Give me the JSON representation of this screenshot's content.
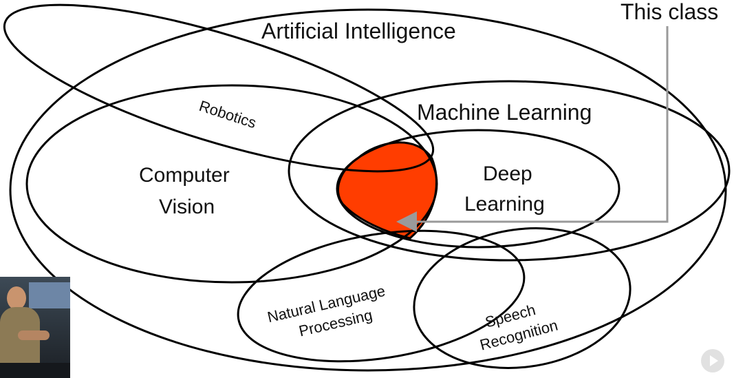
{
  "diagram": {
    "labels": {
      "ai": "Artificial Intelligence",
      "ml": "Machine Learning",
      "robotics": "Robotics",
      "cv_line1": "Computer",
      "cv_line2": "Vision",
      "dl_line1": "Deep",
      "dl_line2": "Learning",
      "nlp_line1": "Natural Language",
      "nlp_line2": "Processing",
      "speech_line1": "Speech",
      "speech_line2": "Recognition",
      "this_class": "This class"
    },
    "colors": {
      "highlight": "#ff3d00",
      "stroke": "#000000",
      "arrow": "#9a9a9a"
    }
  },
  "overlay": {
    "presenter_video": "presenter-thumbnail",
    "play_icon": "play-icon"
  }
}
